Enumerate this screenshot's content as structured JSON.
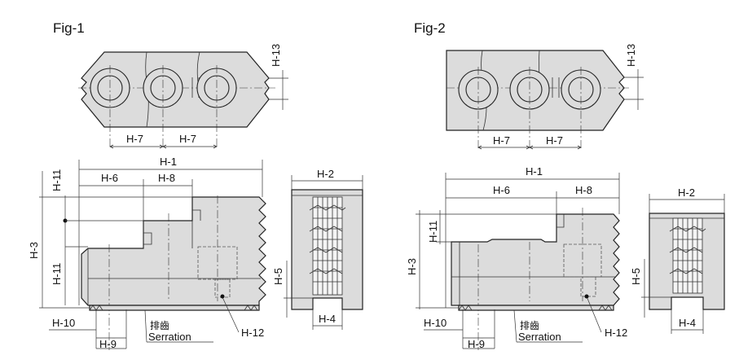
{
  "figures": {
    "fig1": {
      "title": "Fig-1"
    },
    "fig2": {
      "title": "Fig-2"
    }
  },
  "labels": {
    "h1": "H-1",
    "h2": "H-2",
    "h3": "H-3",
    "h4": "H-4",
    "h5": "H-5",
    "h6": "H-6",
    "h7": "H-7",
    "h8": "H-8",
    "h9": "H-9",
    "h10": "H-10",
    "h11": "H-11",
    "h12": "H-12",
    "h13": "H-13",
    "serration_cn": "排齒",
    "serration_en": "Serration"
  }
}
